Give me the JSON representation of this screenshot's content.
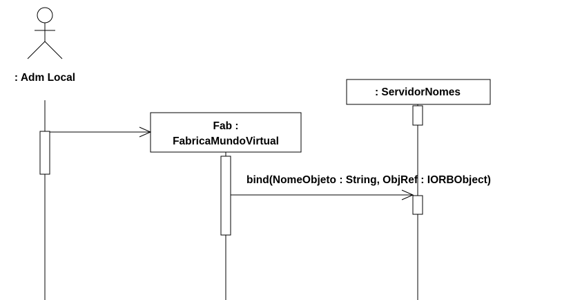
{
  "diagram": {
    "actor": {
      "label": ": Adm Local"
    },
    "objects": [
      {
        "id": "fab",
        "line1": "Fab :",
        "line2": "FabricaMundoVirtual"
      },
      {
        "id": "servidor",
        "label": ": ServidorNomes"
      }
    ],
    "messages": [
      {
        "from": "actor",
        "to": "fab",
        "label": ""
      },
      {
        "from": "fab",
        "to": "servidor",
        "label": "bind(NomeObjeto : String, ObjRef : IORBObject)"
      }
    ]
  }
}
